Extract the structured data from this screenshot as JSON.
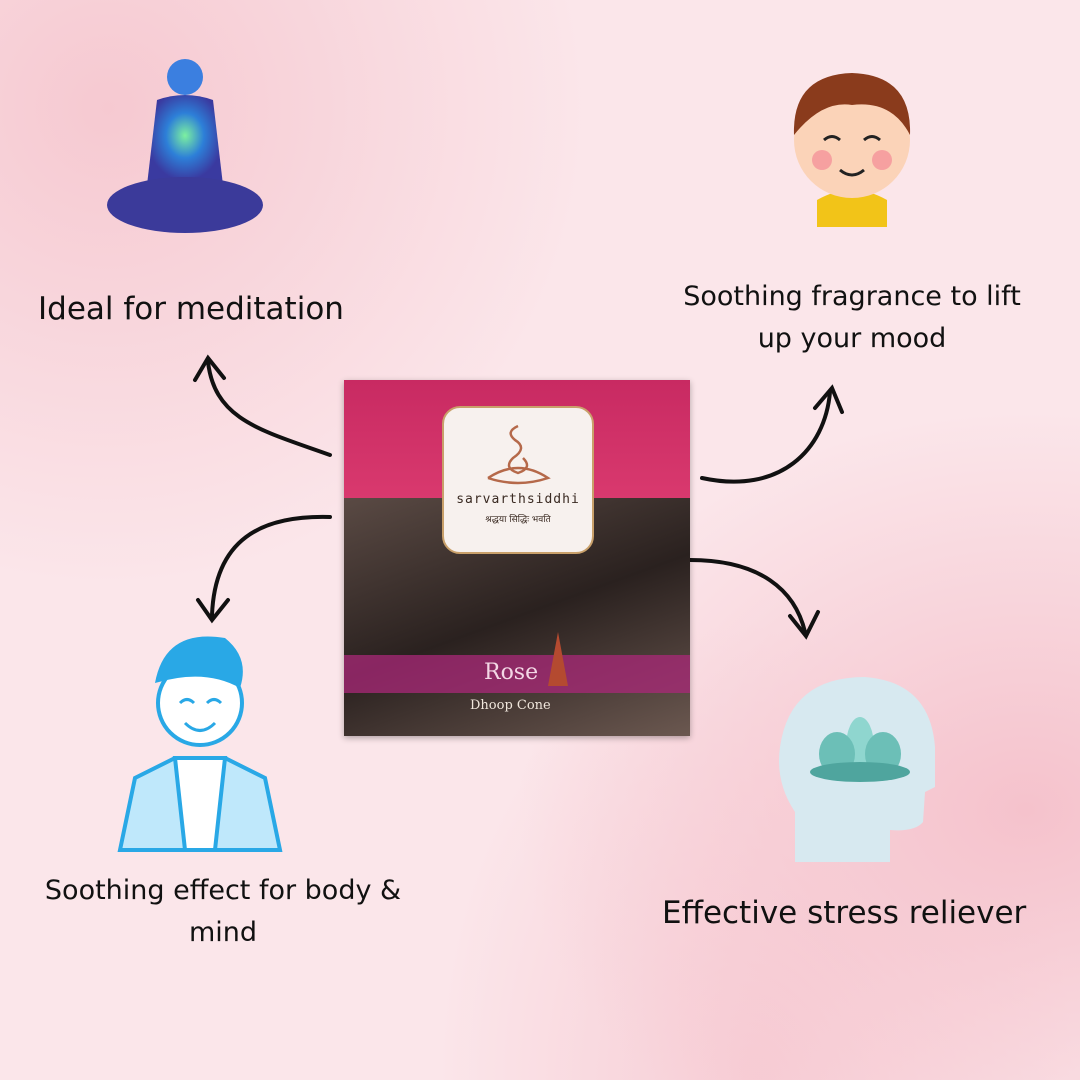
{
  "features": {
    "meditation": "Ideal for meditation",
    "mood_line1": "Soothing fragrance to lift",
    "mood_line2": "up your mood",
    "body_line1": "Soothing effect for body &",
    "body_line2": "mind",
    "stress": "Effective stress reliever"
  },
  "product": {
    "brand": "sarvarthsiddhi",
    "tagline": "श्रद्धया सिद्धिः भवति",
    "scent": "Rose",
    "type": "Dhoop Cone"
  },
  "colors": {
    "accent": "#d4336a",
    "background": "#fbe6ea"
  }
}
